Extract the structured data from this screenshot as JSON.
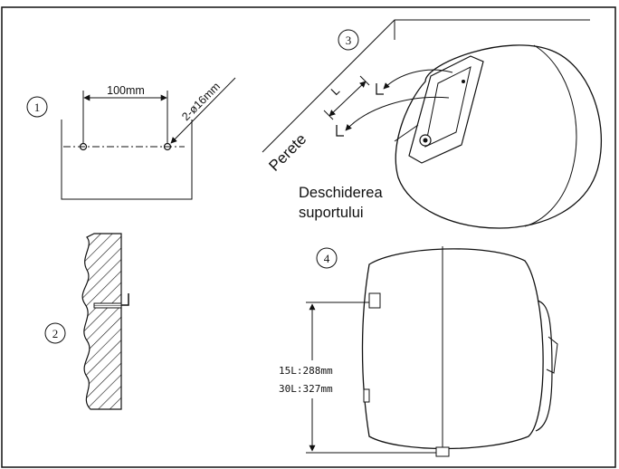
{
  "steps": {
    "s1": {
      "number": "1",
      "spacing": "100mm",
      "hole_spec": "2-ø16mm"
    },
    "s2": {
      "number": "2"
    },
    "s3": {
      "number": "3",
      "wall_label": "Perete",
      "length_label": "L",
      "caption_line1": "Deschiderea",
      "caption_line2": "suportului"
    },
    "s4": {
      "number": "4",
      "height_15l": "15L:288mm",
      "height_30l": "30L:327mm"
    }
  },
  "colors": {
    "line": "#111111",
    "background": "#ffffff"
  }
}
